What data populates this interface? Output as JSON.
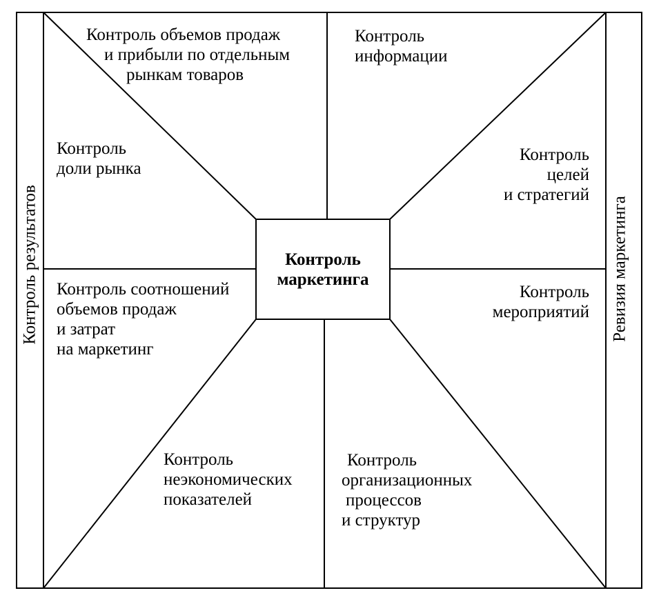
{
  "center": {
    "line1": "Контроль",
    "line2": "маркетинга"
  },
  "side_left": "Контроль результатов",
  "side_right": "Ревизия маркетинга",
  "segments": {
    "top_left": [
      "Контроль объемов продаж",
      "и прибыли по отдельным",
      "рынкам товаров"
    ],
    "top_right": [
      "Контроль",
      "информации"
    ],
    "left_upper": [
      "Контроль",
      "доли рынка"
    ],
    "right_upper": [
      "Контроль",
      "целей",
      "и стратегий"
    ],
    "left_lower": [
      "Контроль соотношений",
      "объемов продаж",
      "и затрат",
      "на маркетинг"
    ],
    "right_lower": [
      "Контроль",
      "мероприятий"
    ],
    "bottom_left": [
      "Контроль",
      "неэкономических",
      "показателей"
    ],
    "bottom_right": [
      "Контроль",
      "организационных",
      "процессов",
      "и структур"
    ]
  }
}
